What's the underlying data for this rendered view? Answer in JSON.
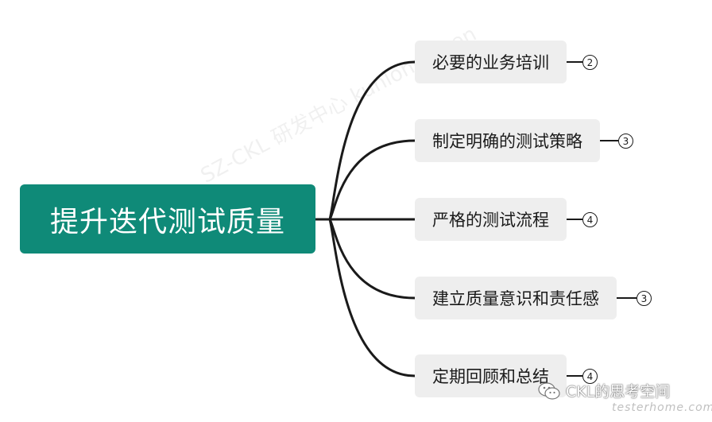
{
  "root": {
    "label": "提升迭代测试质量",
    "color": "#0f8a78"
  },
  "branches": [
    {
      "label": "必要的业务培训",
      "count": "2"
    },
    {
      "label": "制定明确的测试策略",
      "count": "3"
    },
    {
      "label": "严格的测试流程",
      "count": "4"
    },
    {
      "label": "建立质量意识和责任感",
      "count": "3"
    },
    {
      "label": "定期回顾和总结",
      "count": "4"
    }
  ],
  "watermark": {
    "text": "SZ-CKL 研发中心 kunlong.chen"
  },
  "credit": {
    "text": "CKL的思考空间",
    "icon": "wechat-icon"
  },
  "site": {
    "text": "testerhome.com"
  },
  "colors": {
    "connector": "#1a1a1a",
    "branch_bg": "#eeeeee"
  }
}
